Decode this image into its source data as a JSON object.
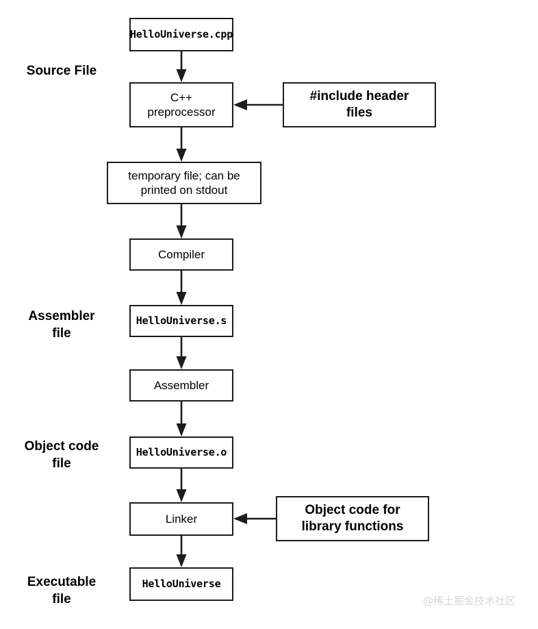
{
  "diagram": {
    "title": "C++ compilation pipeline",
    "stage_labels": [
      {
        "id": "source-file",
        "text": "Source File"
      },
      {
        "id": "assembler-file",
        "text": "Assembler\nfile"
      },
      {
        "id": "object-code-file",
        "text": "Object code\nfile"
      },
      {
        "id": "executable-file",
        "text": "Executable\nfile"
      }
    ],
    "nodes": [
      {
        "id": "hellouniverse-cpp",
        "label": "HelloUniverse.cpp",
        "style": "mono"
      },
      {
        "id": "cpp-preprocessor",
        "label": "C++\npreprocessor",
        "style": "plain"
      },
      {
        "id": "include-header-files",
        "label": "#include header\nfiles",
        "style": "strong"
      },
      {
        "id": "temporary-file",
        "label": "temporary file; can be\nprinted on stdout",
        "style": "plain"
      },
      {
        "id": "compiler",
        "label": "Compiler",
        "style": "plain"
      },
      {
        "id": "hellouniverse-s",
        "label": "HelloUniverse.s",
        "style": "mono"
      },
      {
        "id": "assembler",
        "label": "Assembler",
        "style": "plain"
      },
      {
        "id": "hellouniverse-o",
        "label": "HelloUniverse.o",
        "style": "mono"
      },
      {
        "id": "linker",
        "label": "Linker",
        "style": "plain"
      },
      {
        "id": "object-code-library",
        "label": "Object code for\nlibrary functions",
        "style": "strong"
      },
      {
        "id": "hellouniverse-exe",
        "label": "HelloUniverse",
        "style": "mono"
      }
    ],
    "edges": [
      {
        "from": "hellouniverse-cpp",
        "to": "cpp-preprocessor",
        "direction": "down"
      },
      {
        "from": "include-header-files",
        "to": "cpp-preprocessor",
        "direction": "left"
      },
      {
        "from": "cpp-preprocessor",
        "to": "temporary-file",
        "direction": "down"
      },
      {
        "from": "temporary-file",
        "to": "compiler",
        "direction": "down"
      },
      {
        "from": "compiler",
        "to": "hellouniverse-s",
        "direction": "down"
      },
      {
        "from": "hellouniverse-s",
        "to": "assembler",
        "direction": "down"
      },
      {
        "from": "assembler",
        "to": "hellouniverse-o",
        "direction": "down"
      },
      {
        "from": "hellouniverse-o",
        "to": "linker",
        "direction": "down"
      },
      {
        "from": "object-code-library",
        "to": "linker",
        "direction": "left"
      },
      {
        "from": "linker",
        "to": "hellouniverse-exe",
        "direction": "down"
      }
    ],
    "colors": {
      "stroke": "#1c1c1c",
      "background": "#ffffff",
      "text": "#000000",
      "watermark": "#d8d8d8"
    }
  },
  "watermark": {
    "text": "@稀土掘金技术社区"
  }
}
